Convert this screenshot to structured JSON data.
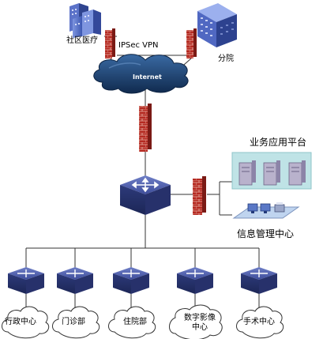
{
  "nodes": {
    "community_clinic": "社区医疗",
    "ipsec_vpn": "IPSec  VPN",
    "branch_hospital": "分院",
    "internet": "Internet",
    "business_platform": "业务应用平台",
    "info_center": "信息管理中心"
  },
  "departments": [
    "行政中心",
    "门诊部",
    "住院部",
    "数字影像中心",
    "手术中心"
  ],
  "colors": {
    "firewall": "#b52a22",
    "switch": "#3b4a8f",
    "cloud": "#1c3f6e",
    "server_panel": "#bfe3e6",
    "line": "#333333"
  }
}
